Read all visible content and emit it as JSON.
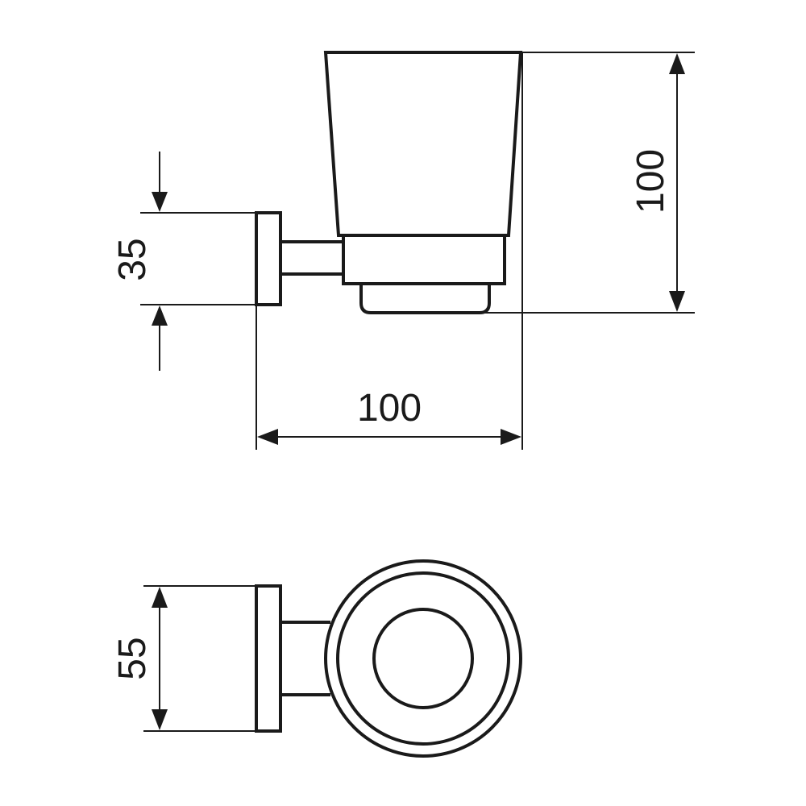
{
  "dimensions": {
    "cup_height": "100",
    "overall_width": "100",
    "mount_height": "35",
    "mount_depth": "55"
  },
  "colors": {
    "line": "#1a1a1a",
    "background": "#ffffff"
  }
}
